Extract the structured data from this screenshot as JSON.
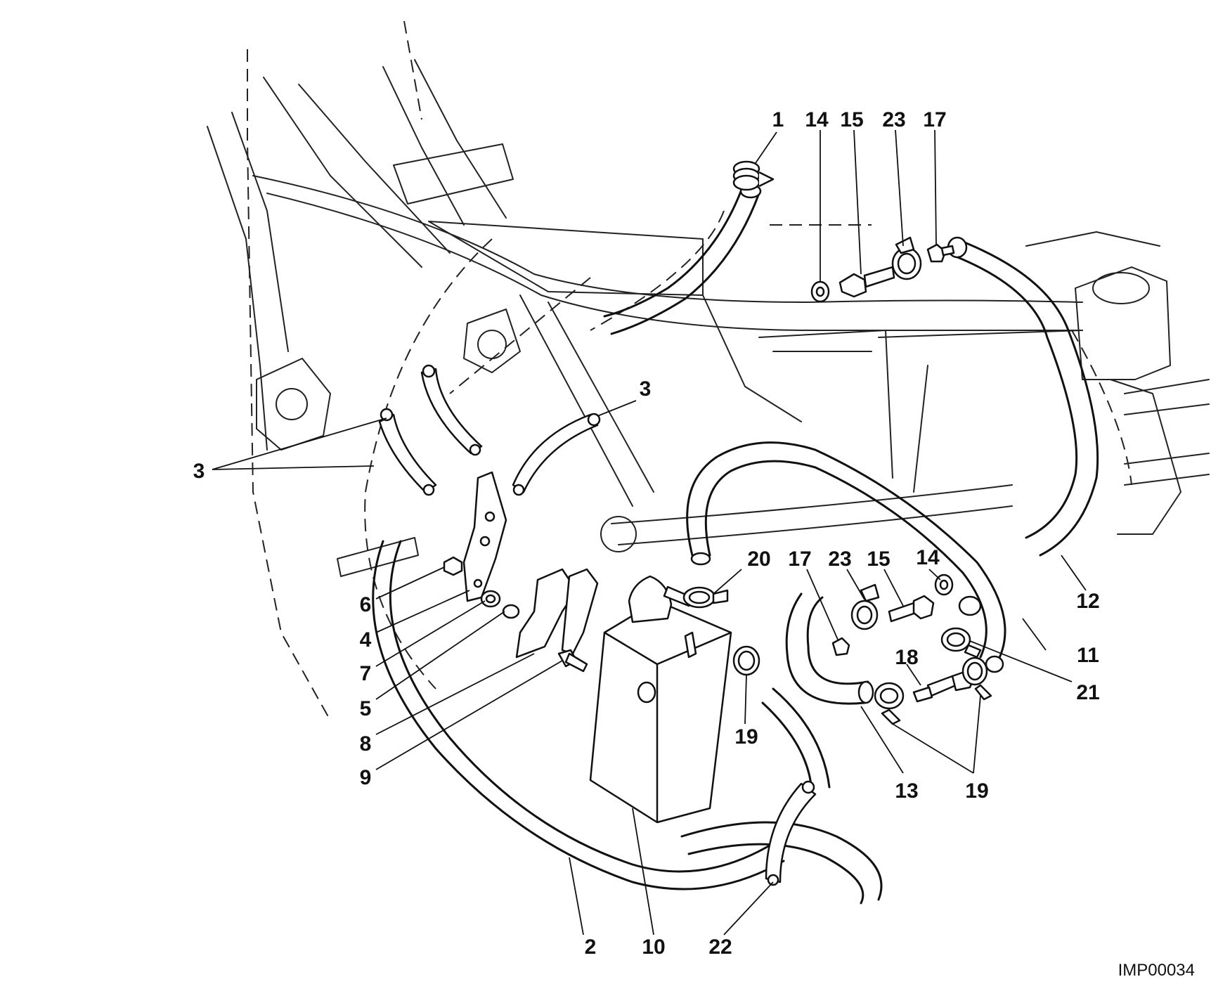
{
  "diagram": {
    "drawing_code": "IMP00034",
    "callouts": [
      {
        "id": "c1",
        "label": "1"
      },
      {
        "id": "c14a",
        "label": "14"
      },
      {
        "id": "c15a",
        "label": "15"
      },
      {
        "id": "c23a",
        "label": "23"
      },
      {
        "id": "c17a",
        "label": "17"
      },
      {
        "id": "c3a",
        "label": "3"
      },
      {
        "id": "c3b",
        "label": "3"
      },
      {
        "id": "c20",
        "label": "20"
      },
      {
        "id": "c17b",
        "label": "17"
      },
      {
        "id": "c23b",
        "label": "23"
      },
      {
        "id": "c15b",
        "label": "15"
      },
      {
        "id": "c14b",
        "label": "14"
      },
      {
        "id": "c6",
        "label": "6"
      },
      {
        "id": "c4",
        "label": "4"
      },
      {
        "id": "c7",
        "label": "7"
      },
      {
        "id": "c5",
        "label": "5"
      },
      {
        "id": "c8",
        "label": "8"
      },
      {
        "id": "c9",
        "label": "9"
      },
      {
        "id": "c12",
        "label": "12"
      },
      {
        "id": "c11",
        "label": "11"
      },
      {
        "id": "c18",
        "label": "18"
      },
      {
        "id": "c21",
        "label": "21"
      },
      {
        "id": "c19a",
        "label": "19"
      },
      {
        "id": "c13",
        "label": "13"
      },
      {
        "id": "c19b",
        "label": "19"
      },
      {
        "id": "c2",
        "label": "2"
      },
      {
        "id": "c10",
        "label": "10"
      },
      {
        "id": "c22",
        "label": "22"
      }
    ]
  }
}
